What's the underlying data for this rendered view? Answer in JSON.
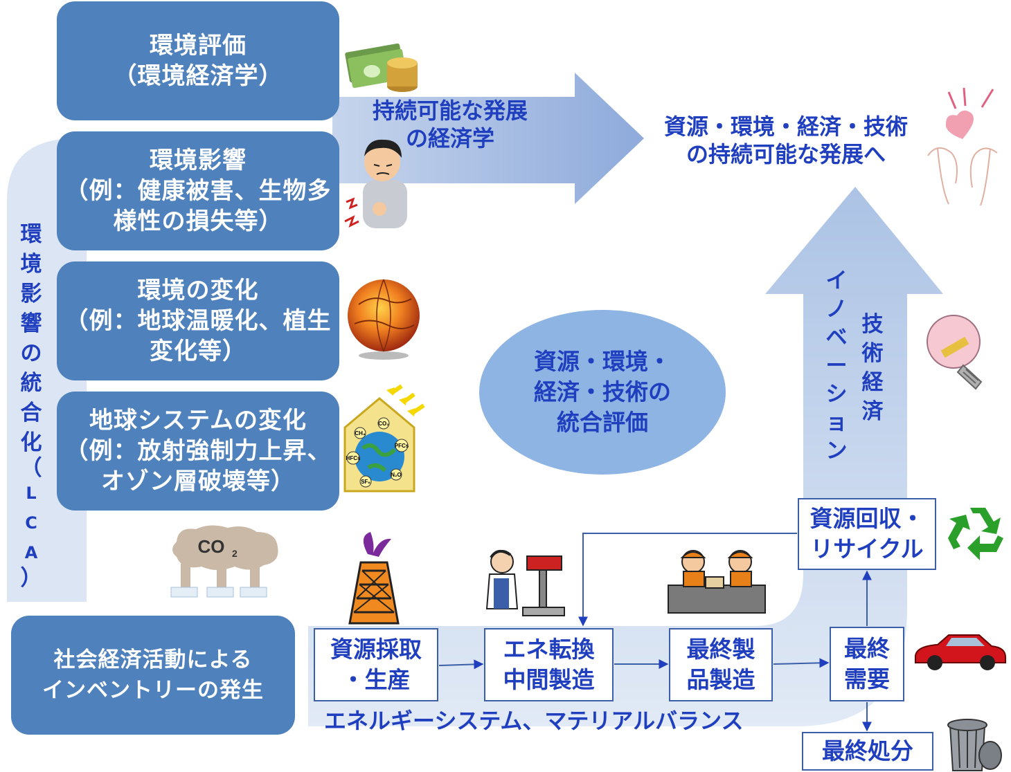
{
  "left_column": {
    "box1": {
      "line1": "環境評価",
      "line2": "（環境経済学）"
    },
    "box2": {
      "line1": "環境影響",
      "line2": "（例：健康被害、生物多",
      "line3": "様性の損失等）"
    },
    "box3": {
      "line1": "環境の変化",
      "line2": "（例：地球温暖化、植生",
      "line3": "変化等）"
    },
    "box4": {
      "line1": "地球システムの変化",
      "line2": "（例：放射強制力上昇、",
      "line3": "オゾン層破壊等）"
    },
    "vertical_label": [
      "環",
      "境",
      "影",
      "響",
      "の",
      "統",
      "合",
      "化",
      "（",
      "L",
      "C",
      "A",
      "）"
    ]
  },
  "top_arrow_label": {
    "line1": "持続可能な発展",
    "line2": "の経済学"
  },
  "goal_text": {
    "line1": "資源・環境・経済・技術",
    "line2": "の持続可能な発展へ"
  },
  "center_ellipse": {
    "line1": "資源・環境・",
    "line2": "経済・技術の",
    "line3": "統合評価"
  },
  "vertical_innovation": [
    "イ",
    "ノ",
    "ベ",
    "ー",
    "シ",
    "ョ",
    "ン"
  ],
  "vertical_tech_econ": [
    "技",
    "術",
    "経",
    "済"
  ],
  "bottom_box": {
    "line1": "社会経済活動による",
    "line2": "インベントリーの発生"
  },
  "flow": {
    "step1": {
      "line1": "資源採取",
      "line2": "・生産"
    },
    "step2": {
      "line1": "エネ転換",
      "line2": "中間製造"
    },
    "step3": {
      "line1": "最終製",
      "line2": "品製造"
    },
    "step4": {
      "line1": "最終",
      "line2": "需要"
    },
    "recycle": {
      "line1": "資源回収・",
      "line2": "リサイクル"
    },
    "disposal": "最終処分",
    "caption": "エネルギーシステム、マテリアルバランス"
  },
  "illustrations": {
    "co2_cloud_label": "CO",
    "co2_cloud_sub": "2",
    "greenhouse_gases": [
      "CO₂",
      "CH₄",
      "PFCs",
      "HFCs",
      "N₂O",
      "SF₆"
    ]
  },
  "colors": {
    "box_blue": "#4f81bd",
    "light_blue": "#c6d5ec",
    "arrow_blue": "#9db8e0",
    "text_navy": "#1f3fbf"
  }
}
